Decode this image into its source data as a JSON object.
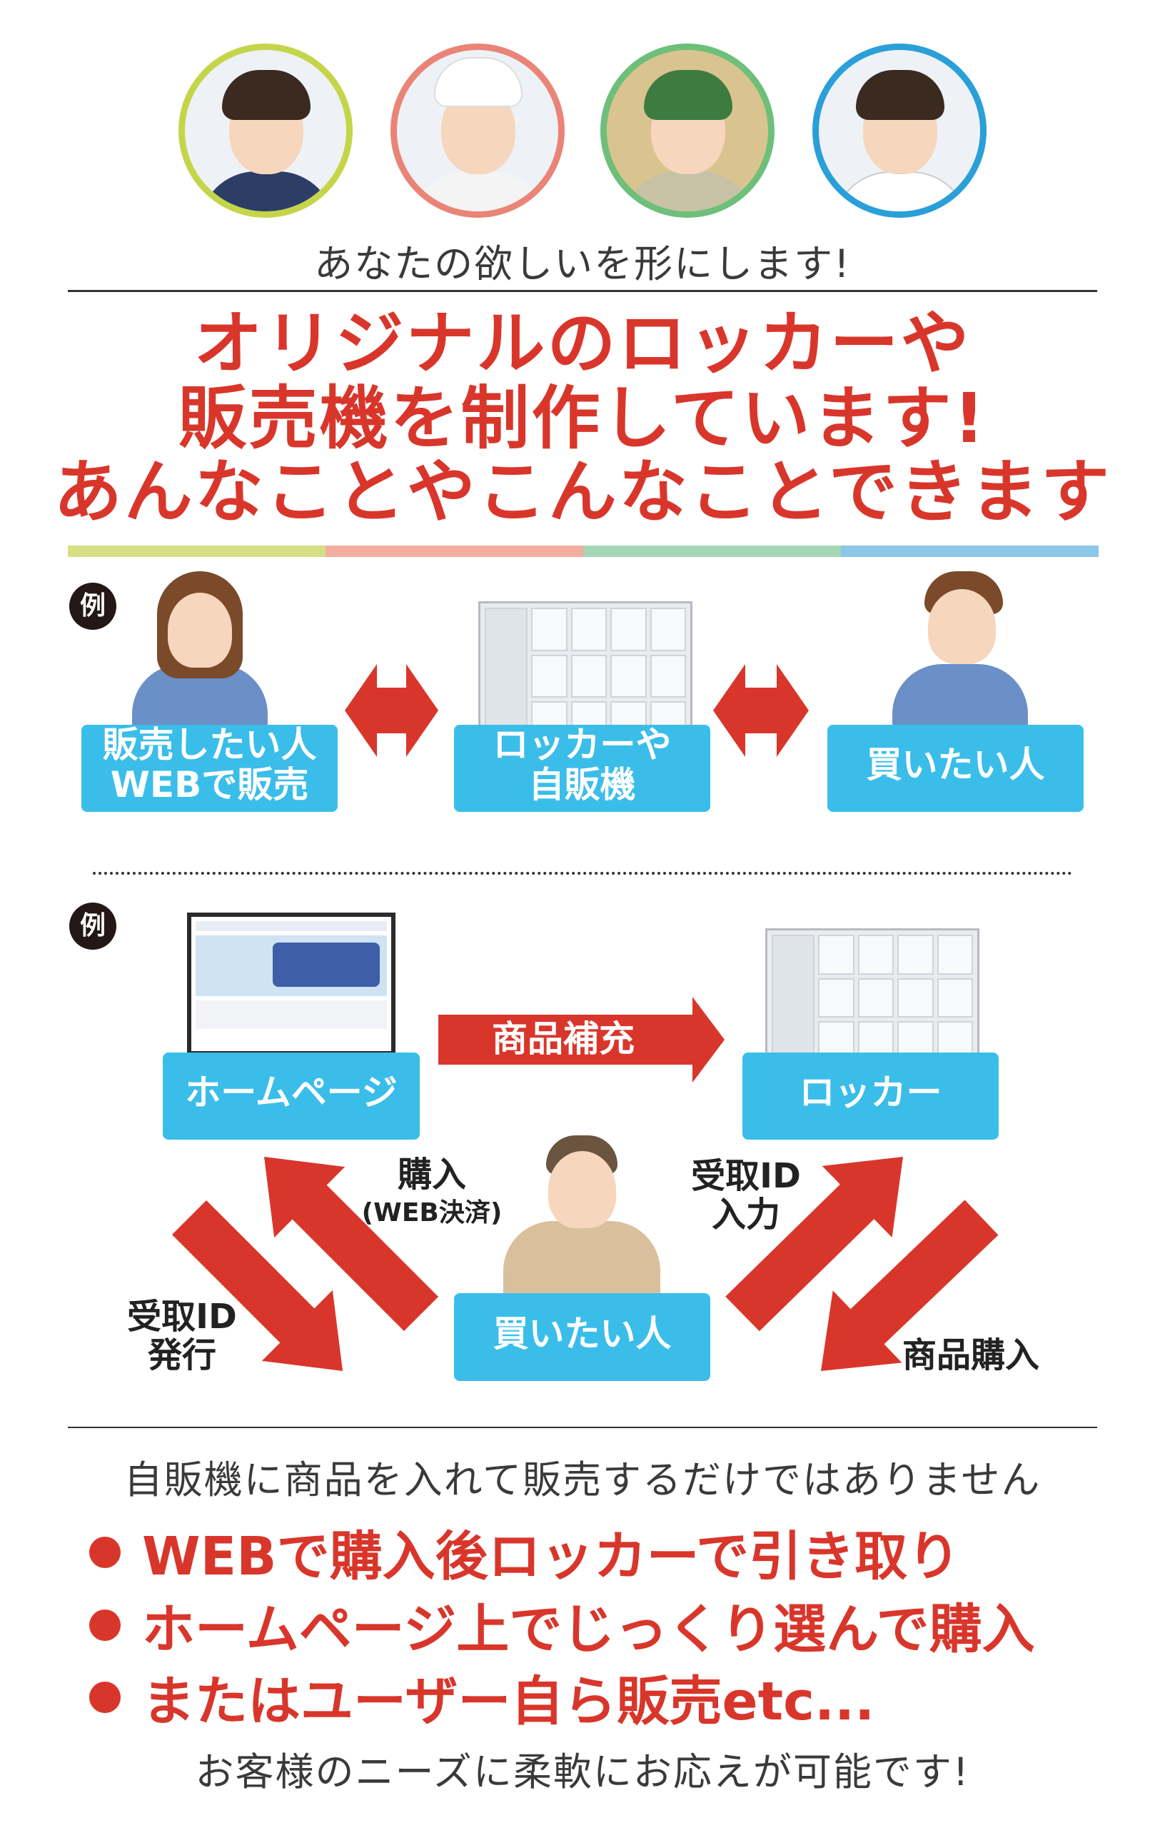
{
  "avatars": [
    {
      "name": "businessman",
      "border": "#c5d54a"
    },
    {
      "name": "chef",
      "border": "#e98477"
    },
    {
      "name": "grocer",
      "border": "#6dbf7a"
    },
    {
      "name": "doctor",
      "border": "#2a9fd8"
    }
  ],
  "tagline": "あなたの欲しいを形にします!",
  "headline": [
    "オリジナルのロッカーや",
    "販売機を制作しています!",
    "あんなことやこんなことできます"
  ],
  "colors": {
    "red": "#d9362b",
    "blue": "#3bbde9",
    "bars": [
      "#d6df84",
      "#f3aea0",
      "#a6d7b5",
      "#8cc7e8"
    ]
  },
  "example1": {
    "badge": "例",
    "seller": [
      "販売したい人",
      "WEBで販売"
    ],
    "machine": [
      "ロッカーや",
      "自販機"
    ],
    "buyer": [
      "買いたい人"
    ]
  },
  "example2": {
    "badge": "例",
    "homepage": "ホームページ",
    "locker": "ロッカー",
    "restock": "商品補充",
    "buyer": "買いたい人",
    "purchase": "購入",
    "purchase_note": "(WEB決済)",
    "id_input": [
      "受取ID",
      "入力"
    ],
    "id_issue": [
      "受取ID",
      "発行"
    ],
    "product_purchase": "商品購入"
  },
  "bottom": {
    "intro": "自販機に商品を入れて販売するだけではありません",
    "bullets": [
      "WEBで購入後ロッカーで引き取り",
      "ホームページ上でじっくり選んで購入",
      "またはユーザー自ら販売etc..."
    ],
    "closing": "お客様のニーズに柔軟にお応えが可能です!"
  }
}
